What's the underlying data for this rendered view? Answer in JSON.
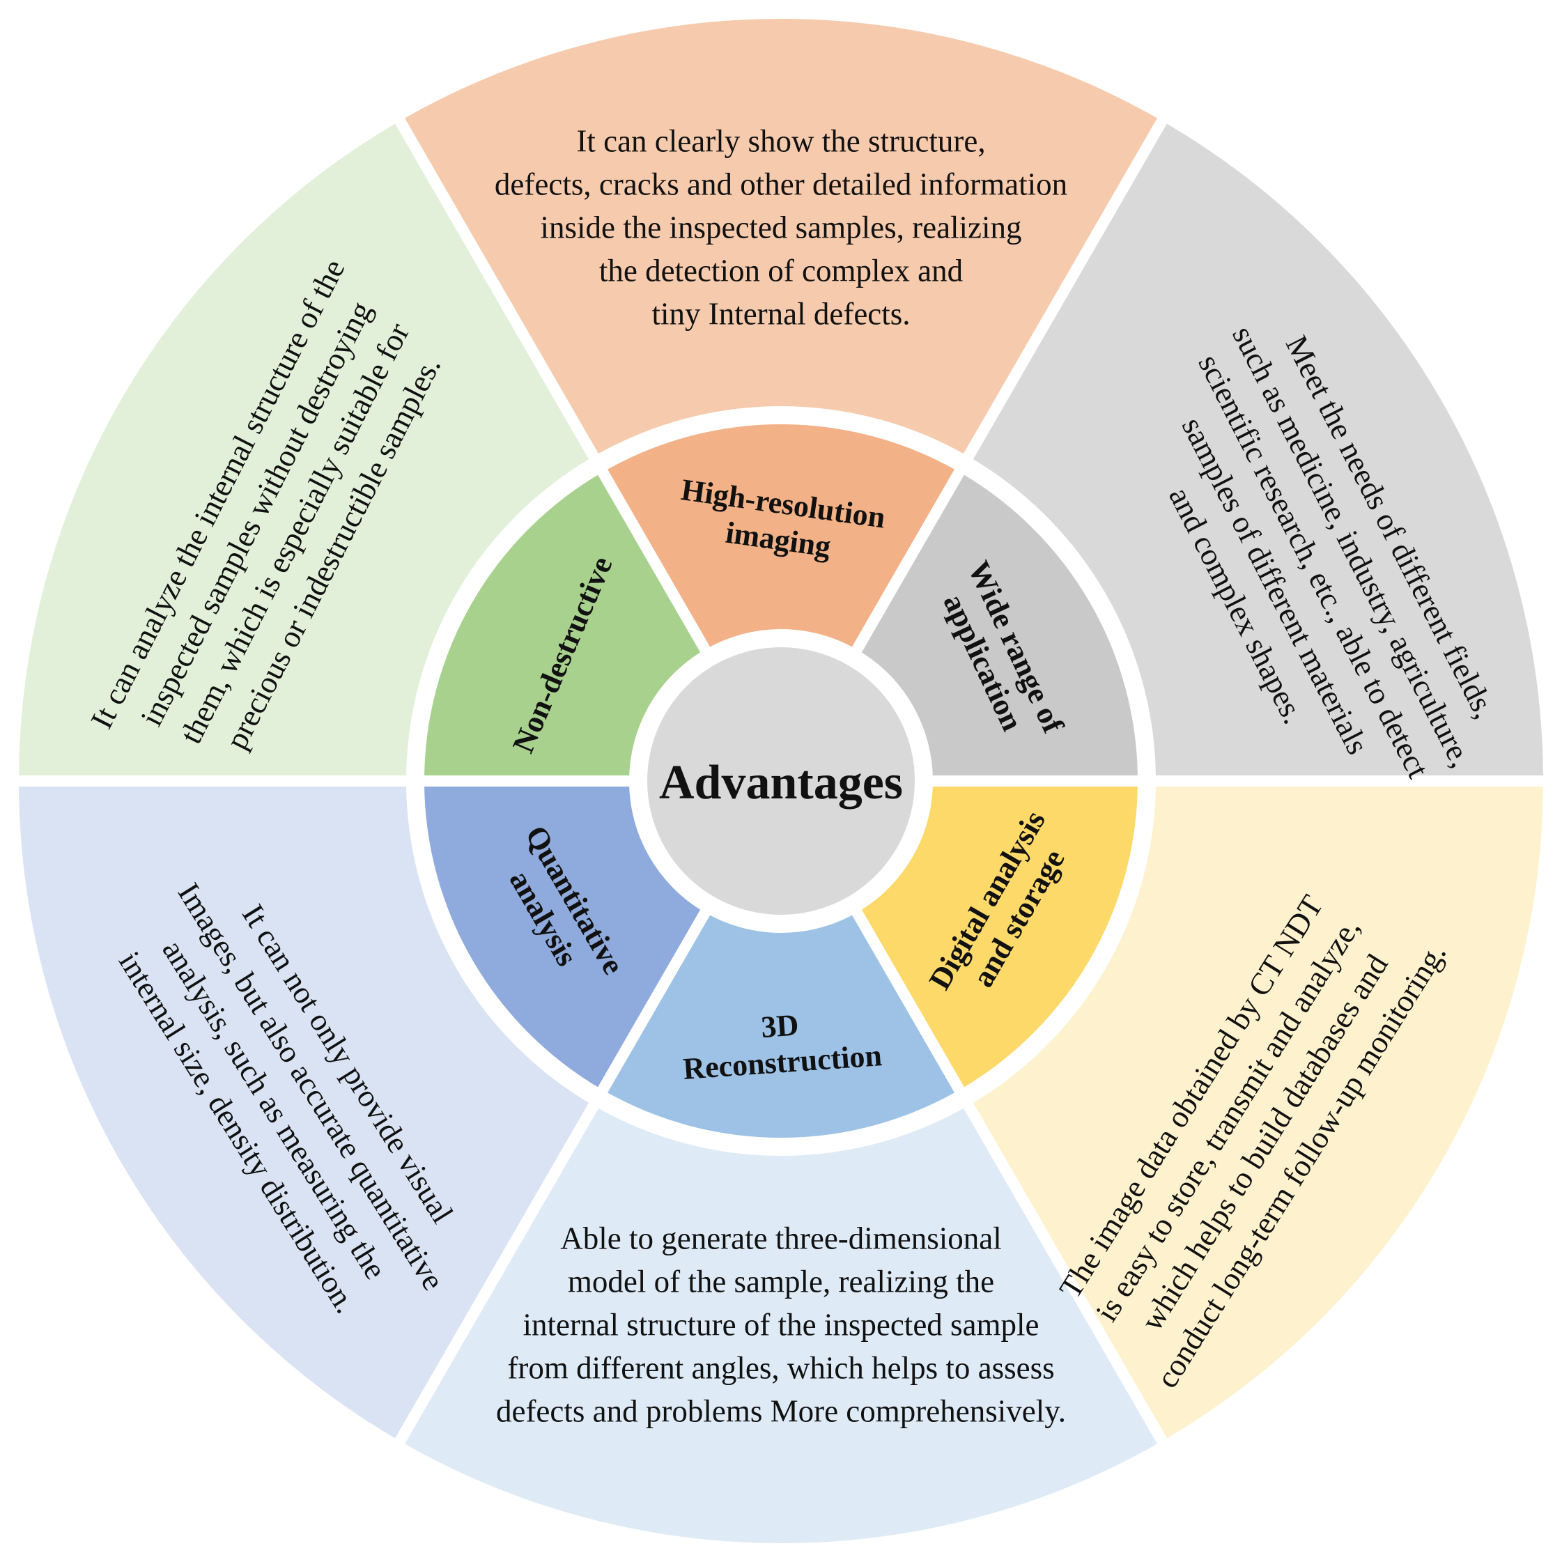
{
  "center": {
    "label": "Advantages"
  },
  "segments": [
    {
      "id": "high-resolution",
      "inner_label": [
        "High-resolution",
        "imaging"
      ],
      "outer_text": [
        "It can clearly show the structure,",
        "defects, cracks and other detailed information",
        "inside the inspected samples, realizing",
        "the detection of complex and",
        "tiny Internal defects."
      ],
      "inner_color": "#F3B187",
      "outer_color": "#F6CAAC"
    },
    {
      "id": "wide-range",
      "inner_label": [
        "Wide range of",
        "application"
      ],
      "outer_text": [
        "Meet the needs of different fields,",
        "such as medicine, industry, agriculture,",
        "scientific research, etc., able to detect",
        "samples of different materials",
        "and complex shapes."
      ],
      "inner_color": "#C9C9C9",
      "outer_color": "#D9D9D9"
    },
    {
      "id": "digital-analysis",
      "inner_label": [
        "Digital analysis",
        "and storage"
      ],
      "outer_text": [
        "The image data obtained by CT NDT",
        "is easy to store, transmit and analyze,",
        "which helps to build databases and",
        "conduct long-term follow-up monitoring."
      ],
      "inner_color": "#FDD96A",
      "outer_color": "#FEF1CE"
    },
    {
      "id": "3d-reconstruction",
      "inner_label": [
        "3D",
        "Reconstruction"
      ],
      "outer_text": [
        "Able to generate three-dimensional",
        "model of the sample, realizing the",
        "internal structure of the inspected sample",
        "from different angles, which helps to assess",
        "defects and problems More comprehensively."
      ],
      "inner_color": "#9EC2E6",
      "outer_color": "#DEEBF7"
    },
    {
      "id": "quantitative",
      "inner_label": [
        "Quantitative",
        "analysis"
      ],
      "outer_text": [
        "It can not only provide visual",
        "Images, but also accurate quantitative",
        "analysis, such as measuring the",
        "internal size, density distribution."
      ],
      "inner_color": "#8FAADC",
      "outer_color": "#DAE3F3"
    },
    {
      "id": "non-destructive",
      "inner_label": [
        "Non-destructive"
      ],
      "outer_text": [
        "It can analyze the internal structure of the",
        "inspected samples without destroying",
        "them, which is especially suitable for",
        "precious or indestructible samples."
      ],
      "inner_color": "#A9D18E",
      "outer_color": "#E2F0D9"
    }
  ],
  "colors": {
    "center": "#D9D9D9",
    "separator": "#FFFFFF"
  }
}
